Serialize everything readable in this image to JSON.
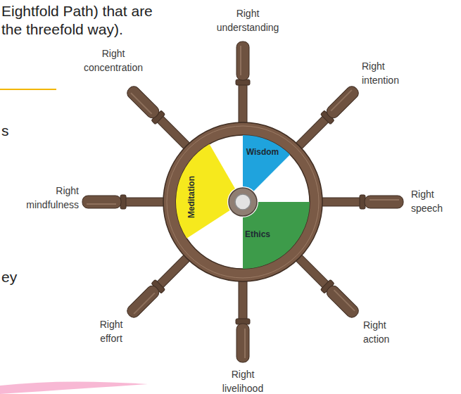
{
  "diagram": {
    "nodes": [
      {
        "text": [
          "Wisdom"
        ]
      },
      {
        "text": [
          "Meditation"
        ]
      },
      {
        "text": [
          "Ethics"
        ]
      }
    ],
    "labels": [
      "Eightfold Path) that are",
      "the threefold way).",
      "Right understanding",
      "Right concentration",
      "Right intention",
      "s",
      "Right mindfulness",
      "Right speech",
      "ey",
      "Right effort",
      "Right action",
      "Right livelihood"
    ]
  }
}
